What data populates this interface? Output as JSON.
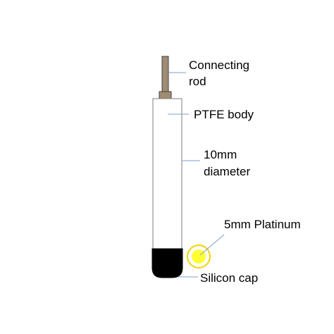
{
  "labels": {
    "connecting_rod_line1": "Connecting",
    "connecting_rod_line2": "rod",
    "ptfe_body": "PTFE body",
    "diameter_line1": "10mm",
    "diameter_line2": "diameter",
    "platinum": "5mm Platinum",
    "silicon_cap": "Silicon cap"
  },
  "colors": {
    "rod_fill": "#a08c73",
    "body_fill": "#ffffff",
    "body_stroke": "#7f7f7f",
    "cap_fill": "#000000",
    "platinum_outer_fill": "#ffffff",
    "platinum_outer_stroke": "#f2d200",
    "platinum_inner_fill": "#ffff33",
    "leader_line": "#7f9fc8"
  }
}
